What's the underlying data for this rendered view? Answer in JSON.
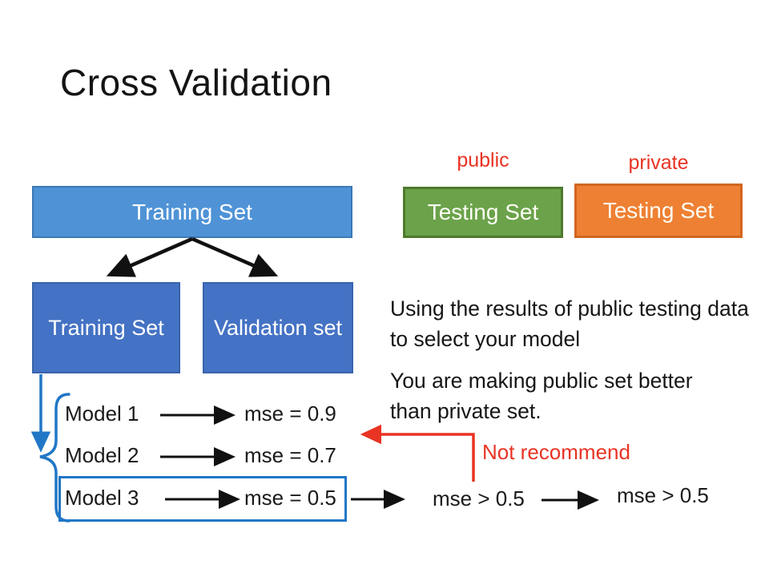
{
  "slide": {
    "title": "Cross Validation"
  },
  "top_row": {
    "training_set_label": "Training Set",
    "public_tag": "public",
    "private_tag": "private",
    "public_testing_label": "Testing Set",
    "private_testing_label": "Testing Set"
  },
  "split_row": {
    "training_label": "Training Set",
    "validation_label": "Validation set"
  },
  "models": [
    {
      "name": "Model 1",
      "mse": "mse = 0.9"
    },
    {
      "name": "Model 2",
      "mse": "mse = 0.7"
    },
    {
      "name": "Model 3",
      "mse": "mse = 0.5"
    }
  ],
  "notes": {
    "line1": "Using the results of public testing data to select your model",
    "line2": "You are making public set better than private set."
  },
  "annotations": {
    "not_recommend": "Not recommend",
    "mse_public": "mse > 0.5",
    "mse_private": "mse > 0.5"
  },
  "icons": {
    "split_arrows": "black-fork-arrows",
    "selection_arrow": "blue-down-arrow",
    "models_brace": "blue-curly-brace",
    "best_model_frame": "blue-highlight-rectangle",
    "warning_arrow": "red-elbow-arrow"
  },
  "colors": {
    "title_text": "#141414",
    "light_blue_box": "#4f93d6",
    "dark_blue_box": "#4472c4",
    "green_box": "#6ba24a",
    "orange_box": "#ee8033",
    "red_accent": "#e93323",
    "blue_accent": "#2077c6",
    "black_arrow": "#111111"
  }
}
